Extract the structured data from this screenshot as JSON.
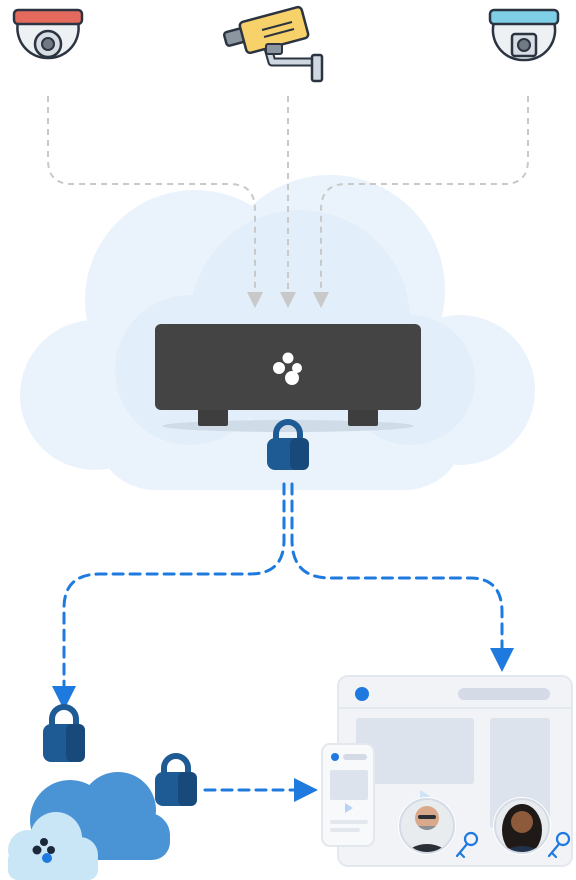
{
  "diagram": {
    "nodes": [
      {
        "id": "camera-dome-red",
        "kind": "security-camera",
        "style": "dome",
        "accent": "#e46a5e"
      },
      {
        "id": "camera-bullet-yellow",
        "kind": "security-camera",
        "style": "bullet",
        "accent": "#f7d26b"
      },
      {
        "id": "camera-dome-blue",
        "kind": "security-camera",
        "style": "dome",
        "accent": "#7fd0e6"
      },
      {
        "id": "recorder-appliance",
        "kind": "network-recorder",
        "icon": "cluster-logo-icon"
      },
      {
        "id": "cloud-service",
        "kind": "cloud",
        "icon": "cluster-logo-icon"
      },
      {
        "id": "viewer-devices",
        "kind": "browser-and-phone"
      },
      {
        "id": "user-1",
        "kind": "avatar",
        "icon": "key-icon"
      },
      {
        "id": "user-2",
        "kind": "avatar",
        "icon": "key-icon"
      }
    ],
    "edges": [
      {
        "from": "camera-dome-red",
        "to": "recorder-appliance",
        "style": "dashed-gray"
      },
      {
        "from": "camera-bullet-yellow",
        "to": "recorder-appliance",
        "style": "dashed-gray"
      },
      {
        "from": "camera-dome-blue",
        "to": "recorder-appliance",
        "style": "dashed-gray"
      },
      {
        "from": "recorder-appliance",
        "to": "cloud-service",
        "style": "dashed-blue",
        "lock": true
      },
      {
        "from": "recorder-appliance",
        "to": "viewer-devices",
        "style": "dashed-blue",
        "lock": true
      },
      {
        "from": "cloud-service",
        "to": "viewer-devices",
        "style": "dashed-blue",
        "lock": true
      }
    ],
    "colors": {
      "flow_blue": "#1f7ae0",
      "flow_gray": "#c9c9c9",
      "lock": "#1e5a93",
      "lock_dark": "#174a7a",
      "recorder": "#444444",
      "bg_cloud": "#eaf3fb",
      "cloud_blue": "#4a94d6",
      "device_bg": "#f1f3f7"
    }
  }
}
